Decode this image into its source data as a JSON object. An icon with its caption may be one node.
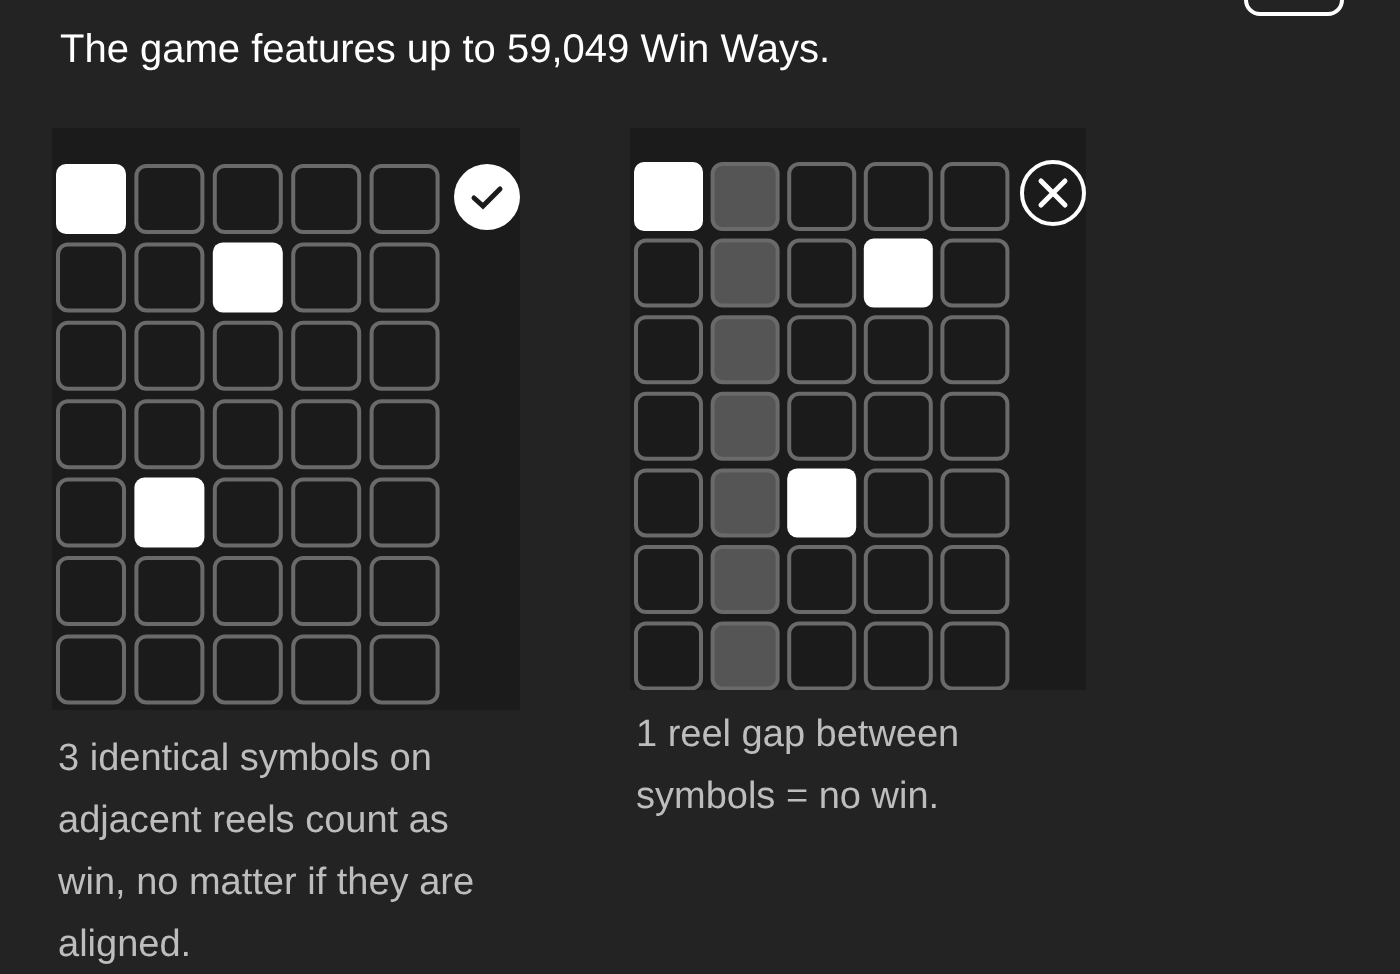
{
  "diagram": {
    "title": "The game features up to 59,049 Win Ways.",
    "labels": [
      "3 identical symbols on adjacent reels count as win, no matter if they are aligned.",
      "1 reel gap between symbols = no win."
    ]
  }
}
